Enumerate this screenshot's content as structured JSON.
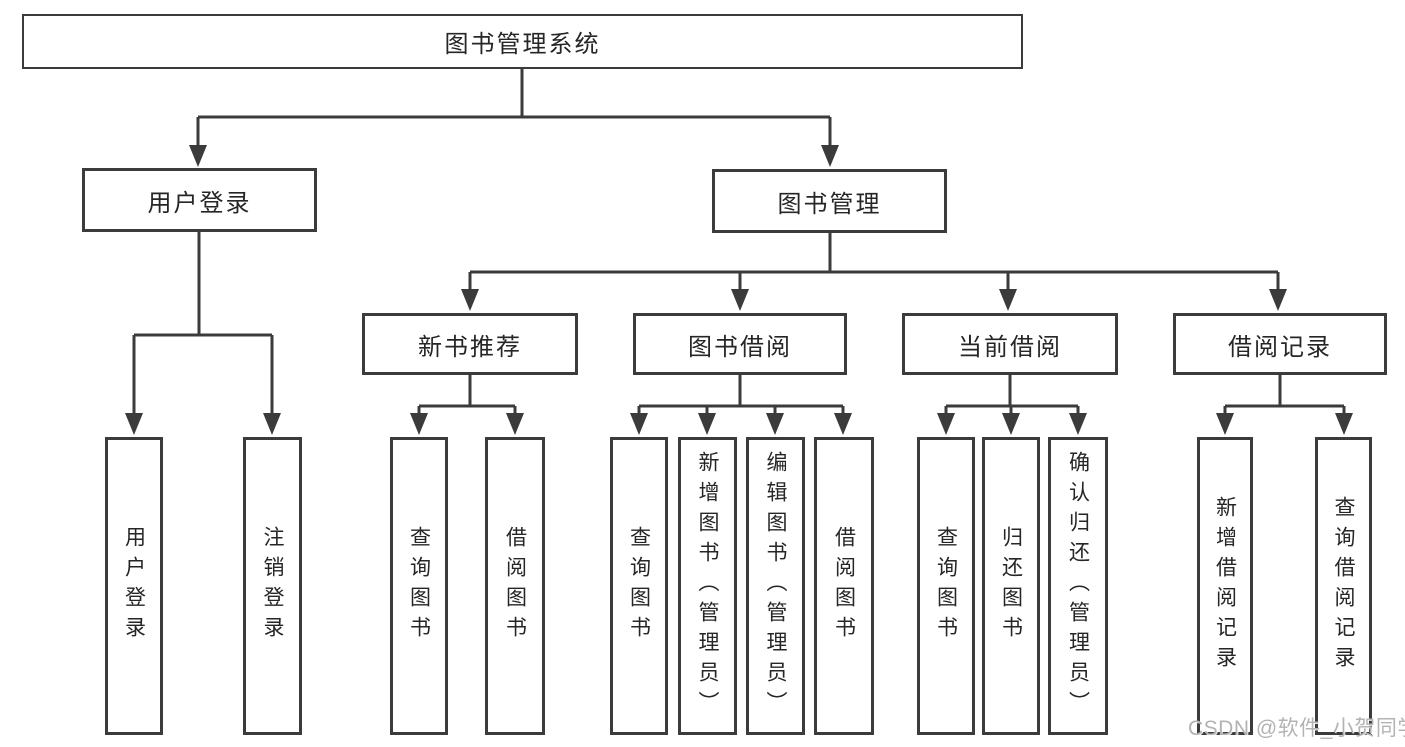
{
  "tree": {
    "root": {
      "label": "图书管理系统"
    },
    "l2": [
      {
        "label": "用户登录",
        "parent": "图书管理系统"
      },
      {
        "label": "图书管理",
        "parent": "图书管理系统"
      }
    ],
    "l3": [
      {
        "label": "新书推荐",
        "parent": "图书管理"
      },
      {
        "label": "图书借阅",
        "parent": "图书管理"
      },
      {
        "label": "当前借阅",
        "parent": "图书管理"
      },
      {
        "label": "借阅记录",
        "parent": "图书管理"
      }
    ],
    "leaves": [
      {
        "label": "用户登录",
        "parent": "用户登录"
      },
      {
        "label": "注销登录",
        "parent": "用户登录"
      },
      {
        "label": "查询图书",
        "parent": "新书推荐"
      },
      {
        "label": "借阅图书",
        "parent": "新书推荐"
      },
      {
        "label": "查询图书",
        "parent": "图书借阅"
      },
      {
        "label": "新增图书（管理员）",
        "parent": "图书借阅"
      },
      {
        "label": "编辑图书（管理员）",
        "parent": "图书借阅"
      },
      {
        "label": "借阅图书",
        "parent": "图书借阅"
      },
      {
        "label": "查询图书",
        "parent": "当前借阅"
      },
      {
        "label": "归还图书",
        "parent": "当前借阅"
      },
      {
        "label": "确认归还（管理员）",
        "parent": "当前借阅"
      },
      {
        "label": "新增借阅记录",
        "parent": "借阅记录"
      },
      {
        "label": "查询借阅记录",
        "parent": "借阅记录"
      }
    ]
  },
  "watermark": {
    "text": "CSDN @软件_小贺同学"
  },
  "colors": {
    "line": "#3b3b3b",
    "text": "#262626",
    "watermark_text": "#b3b3b3",
    "background": "#ffffff"
  }
}
